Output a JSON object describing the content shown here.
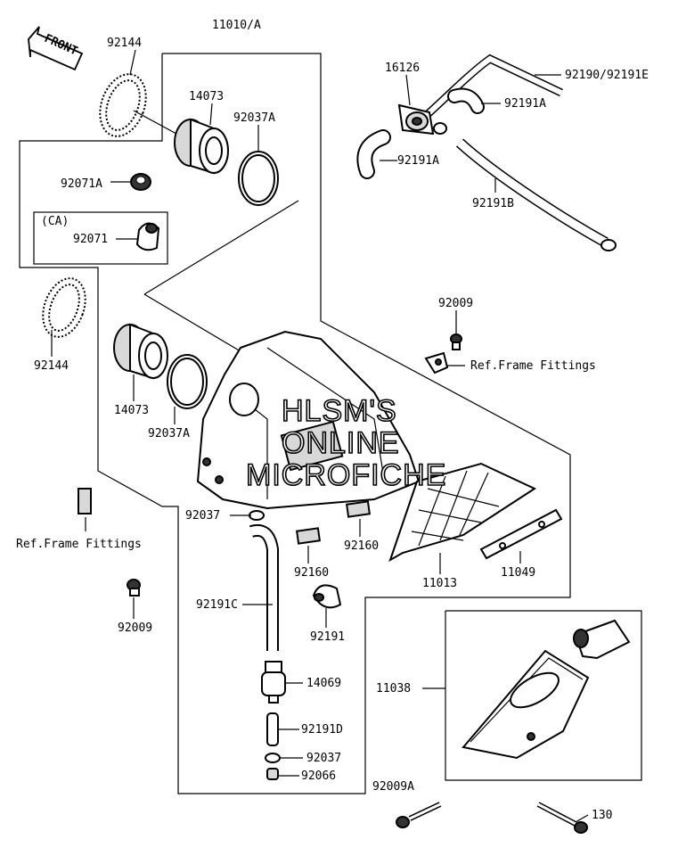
{
  "front_arrow": {
    "label": "FRONT"
  },
  "watermark": {
    "line1": "HLSM'S",
    "line2": "ONLINE",
    "line3": "MICROFICHE"
  },
  "labels": {
    "p92144_top": "92144",
    "p11010A": "11010/A",
    "p14073_top": "14073",
    "p92037A_top": "92037A",
    "p92071A": "92071A",
    "ca": "(CA)",
    "p92071": "92071",
    "p16126": "16126",
    "p92190": "92190/92191E",
    "p92191A_right": "92191A",
    "p92191A_left": "92191A",
    "p92191B": "92191B",
    "p92009_top": "92009",
    "ref_frame_right": "Ref.Frame Fittings",
    "p92144_left": "92144",
    "p14073_left": "14073",
    "p92037A_left": "92037A",
    "ref_frame_left": "Ref.Frame Fittings",
    "p92009_left": "92009",
    "p92037_mid": "92037",
    "p92160_a": "92160",
    "p92160_b": "92160",
    "p11013": "11013",
    "p11049": "11049",
    "p92191C": "92191C",
    "p92191": "92191",
    "p14069": "14069",
    "p92191D": "92191D",
    "p92037_low": "92037",
    "p92066": "92066",
    "p11038": "11038",
    "p92009A": "92009A",
    "p130": "130"
  }
}
